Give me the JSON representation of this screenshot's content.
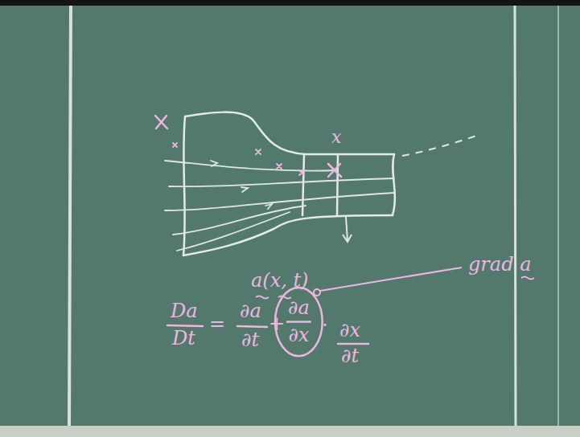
{
  "diagram": {
    "nodes": [
      {
        "text": [
          "∂a",
          "∂x"
        ]
      }
    ],
    "labels": [
      "x",
      "a(x, t)",
      "grad a",
      "Da",
      "Dt",
      "=",
      "∂a",
      "∂t",
      "+",
      "·",
      "∂x",
      "∂t"
    ]
  }
}
